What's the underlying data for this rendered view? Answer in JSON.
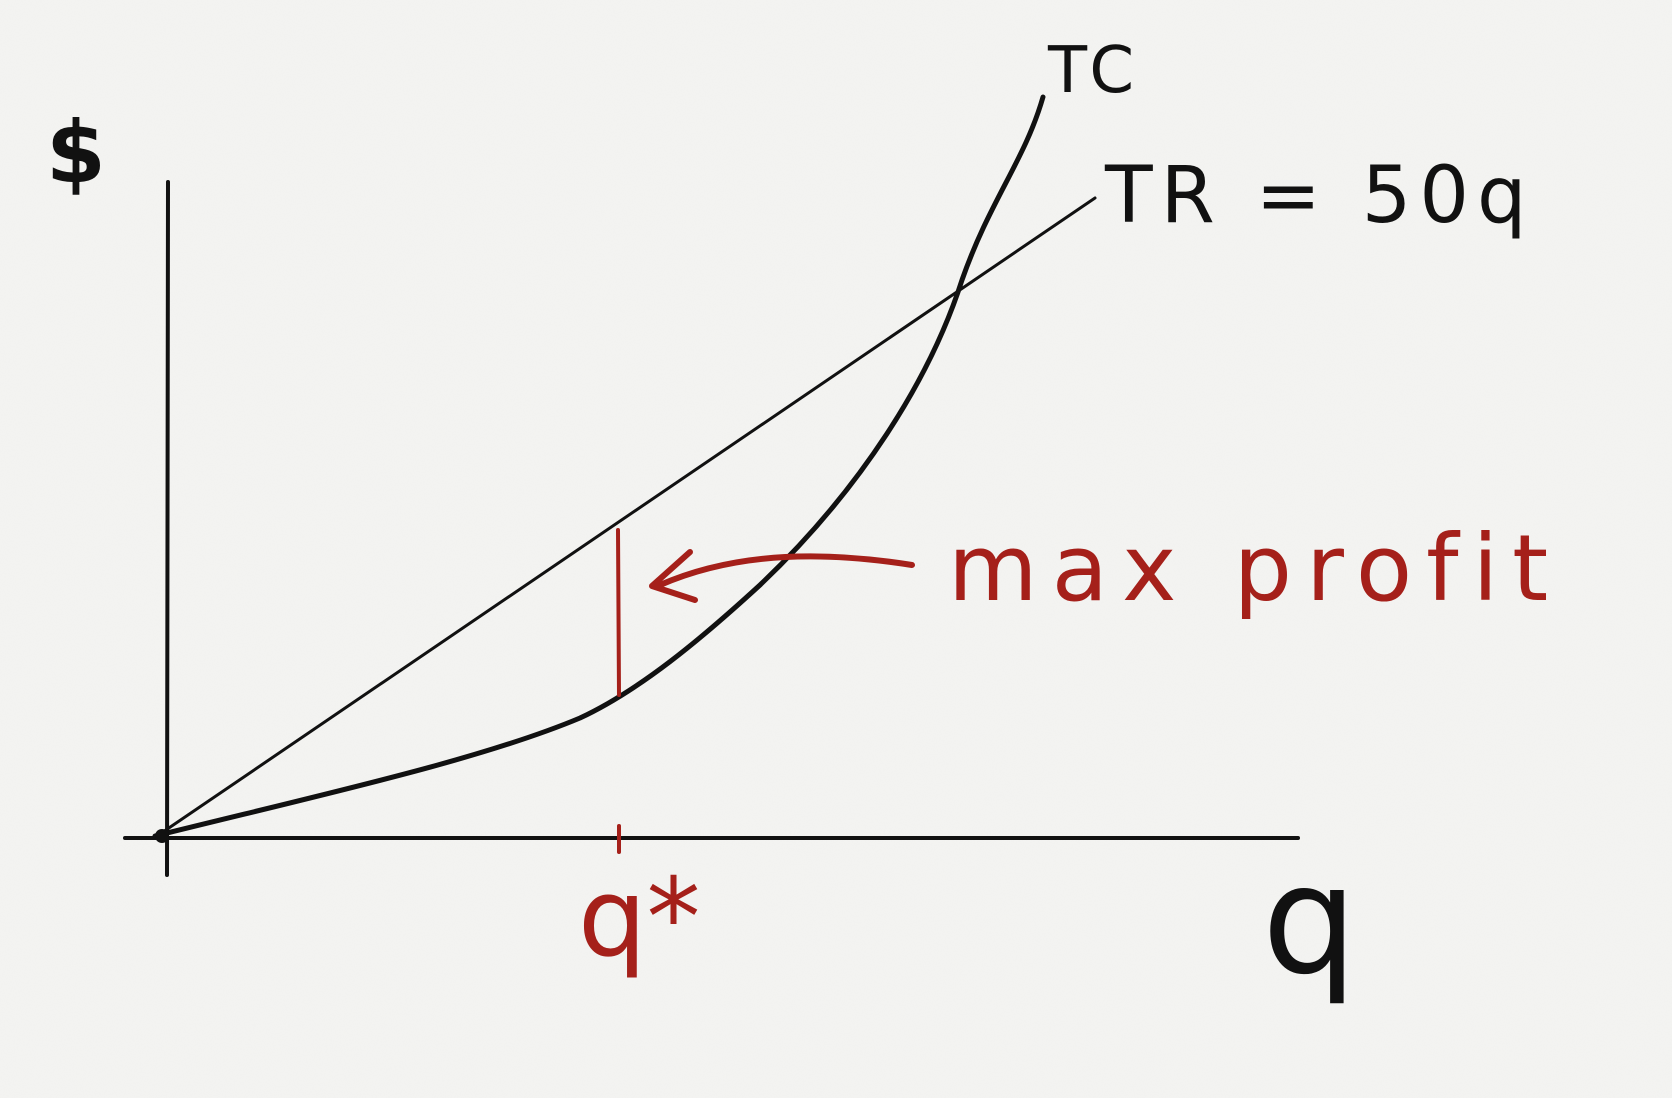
{
  "labels": {
    "y_axis": "$",
    "x_axis": "q",
    "tc_curve": "TC",
    "tr_curve": "TR = 50q",
    "annotation": "max profit",
    "q_star": "q*"
  },
  "colors": {
    "ink": "#111111",
    "accent": "#a5201a",
    "paper": "#f4f4f2"
  }
}
